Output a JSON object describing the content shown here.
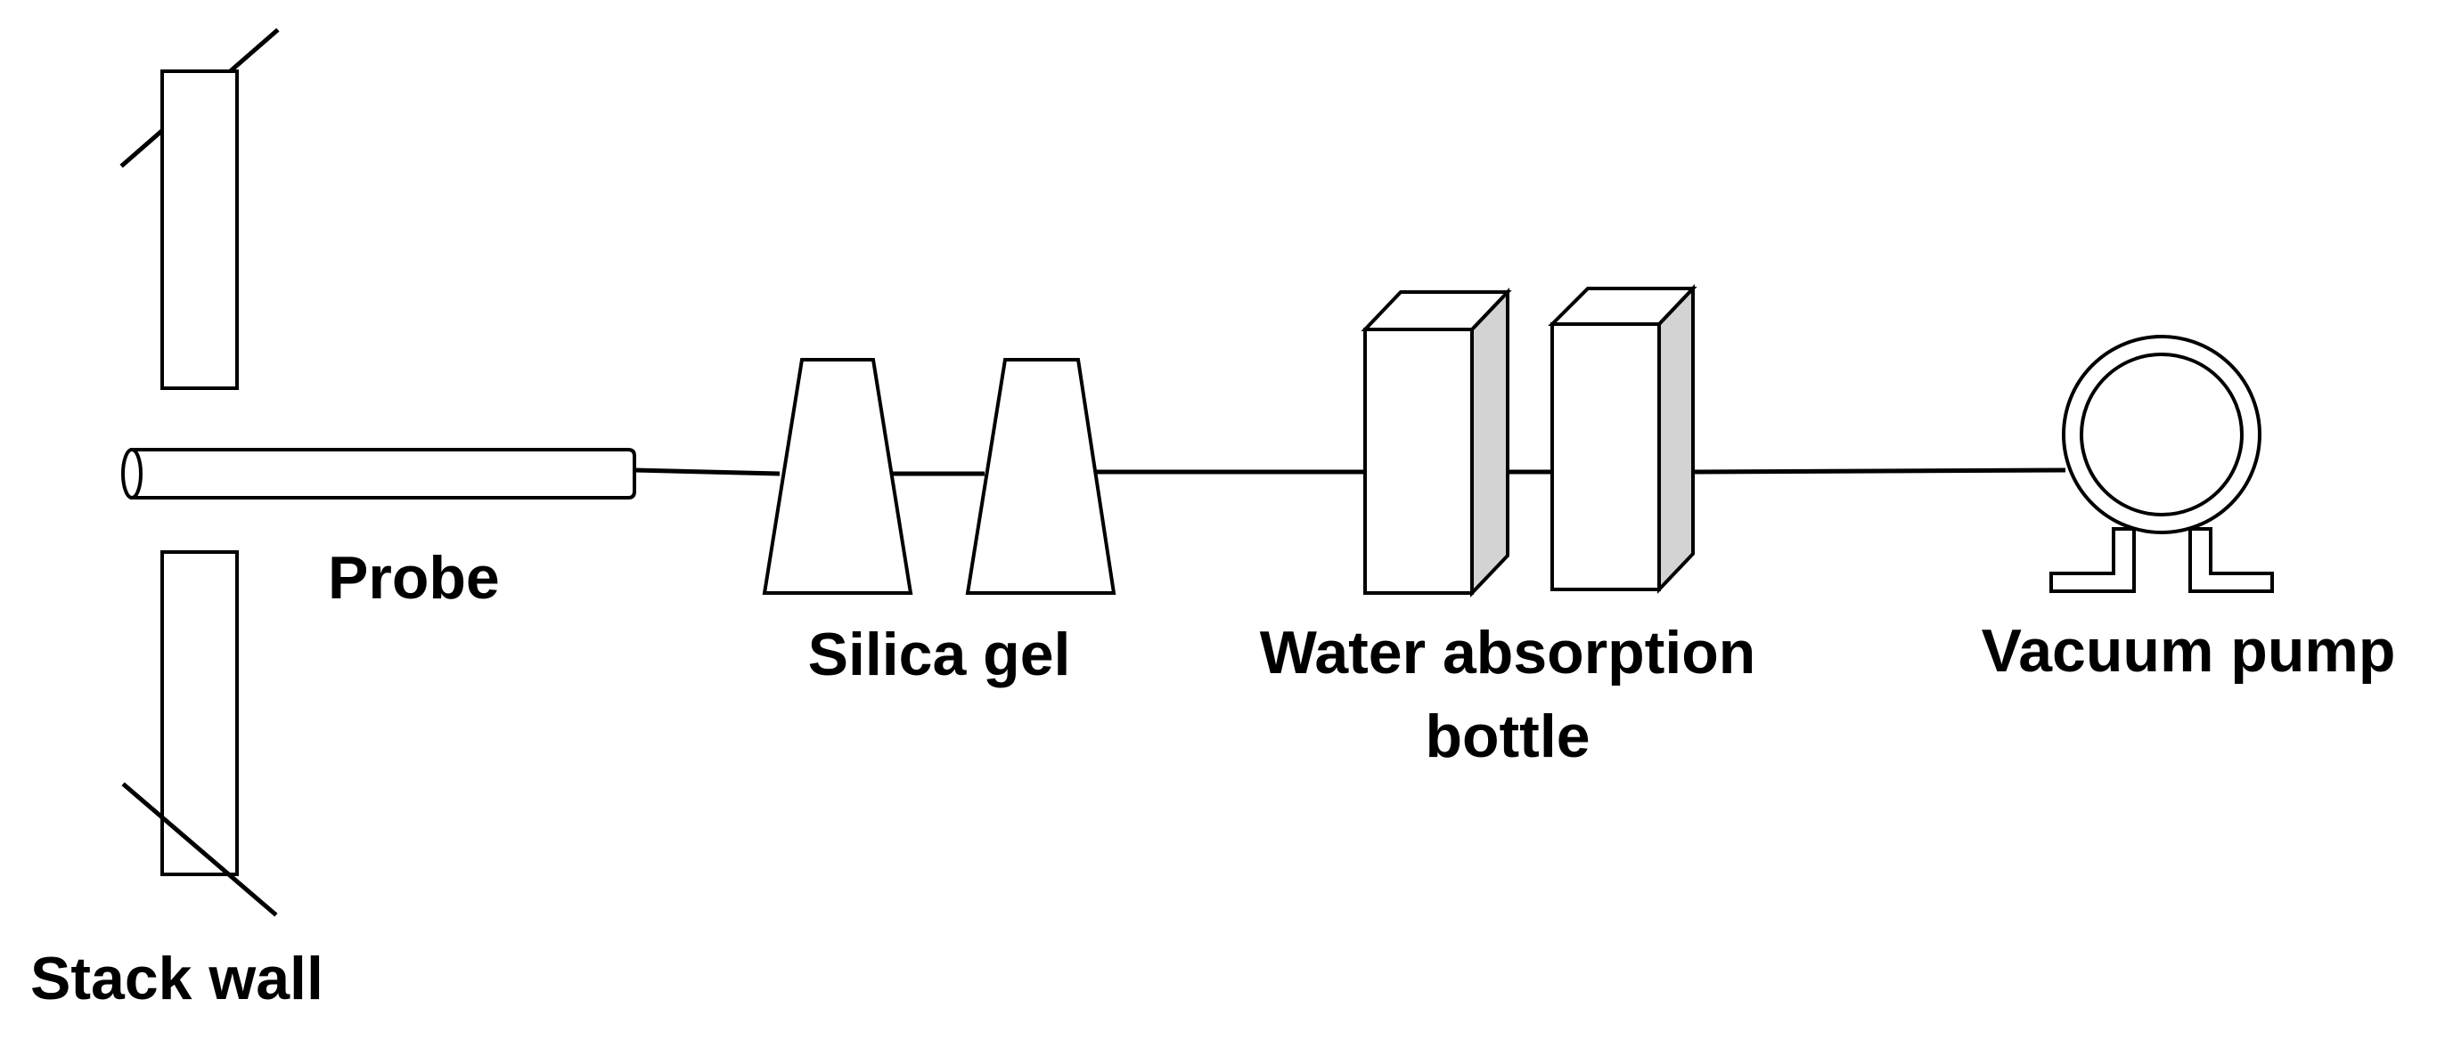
{
  "labels": {
    "probe": "Probe",
    "stack_wall": "Stack wall",
    "silica_gel": "Silica gel",
    "water_absorption_line1": "Water absorption",
    "water_absorption_line2": "bottle",
    "vacuum_pump": "Vacuum pump"
  },
  "colors": {
    "stroke": "#000000",
    "fill": "#ffffff",
    "bottle_side_shade": "#d3d3d3"
  }
}
